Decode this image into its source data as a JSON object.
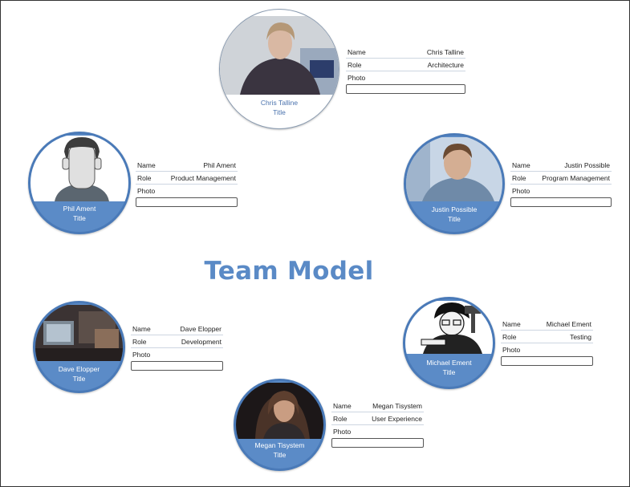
{
  "title": "Team Model",
  "labels": {
    "name": "Name",
    "role": "Role",
    "photo": "Photo"
  },
  "members": [
    {
      "name": "Chris Talline",
      "role": "Architecture",
      "caption_title": "Title"
    },
    {
      "name": "Phil Ament",
      "role": "Product Management",
      "caption_title": "Title"
    },
    {
      "name": "Justin Possible",
      "role": "Program Management",
      "caption_title": "Title"
    },
    {
      "name": "Dave Elopper",
      "role": "Development",
      "caption_title": "Title"
    },
    {
      "name": "Michael Ement",
      "role": "Testing",
      "caption_title": "Title"
    },
    {
      "name": "Megan Tisystem",
      "role": "User Experience",
      "caption_title": "Title"
    }
  ],
  "colors": {
    "accent": "#5b8bc7",
    "title": "#5a8ac6",
    "border": "#4a7ab8"
  }
}
